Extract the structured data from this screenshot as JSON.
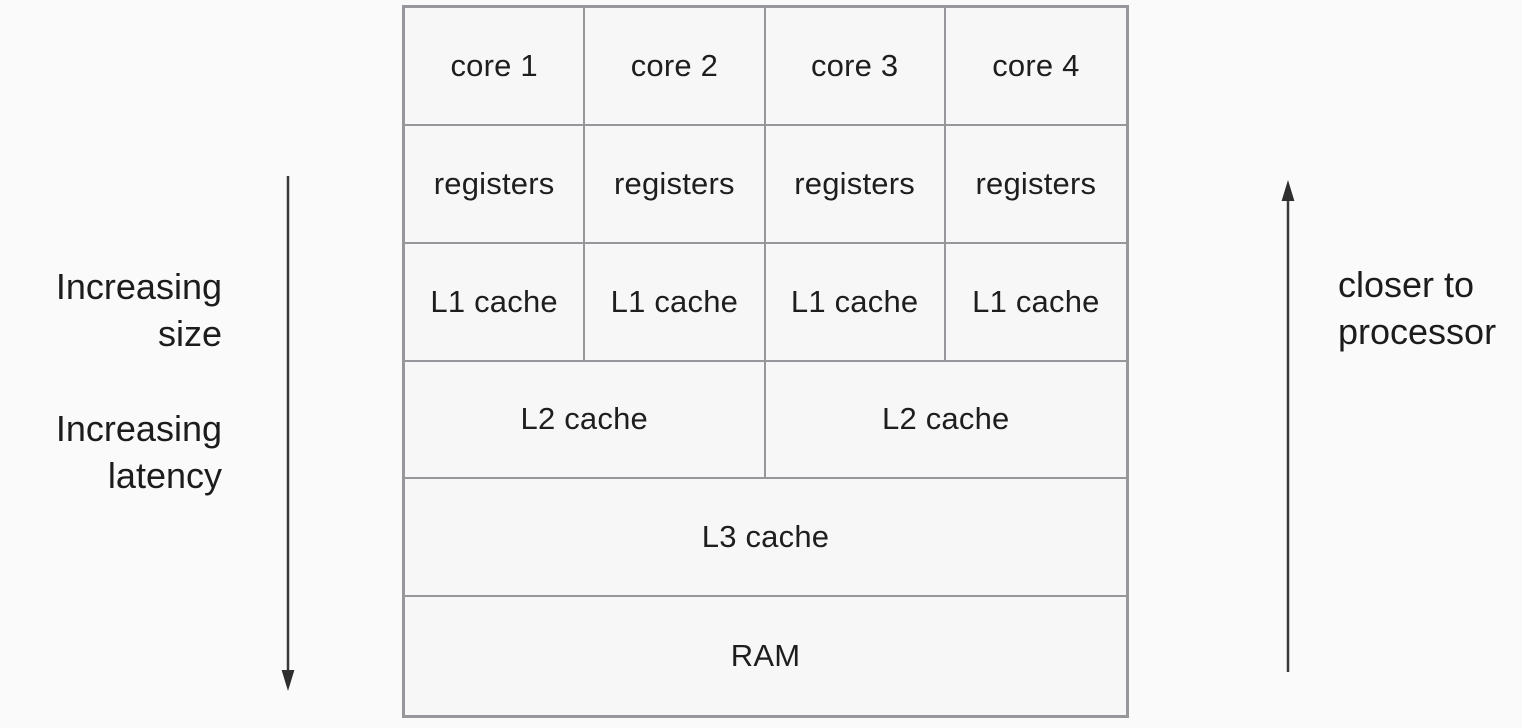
{
  "colors": {
    "background": "#fafafa",
    "cell_fill": "#f7f7f8",
    "border": "#97979b",
    "text": "#1e1e1e",
    "arrow": "#3a3a3a"
  },
  "hierarchy_table": {
    "rows": [
      {
        "level": "cores",
        "cells": [
          "core 1",
          "core 2",
          "core 3",
          "core 4"
        ]
      },
      {
        "level": "registers",
        "cells": [
          "registers",
          "registers",
          "registers",
          "registers"
        ]
      },
      {
        "level": "l1-cache",
        "cells": [
          "L1 cache",
          "L1 cache",
          "L1 cache",
          "L1 cache"
        ]
      },
      {
        "level": "l2-cache",
        "cells": [
          "L2 cache",
          "L2 cache"
        ]
      },
      {
        "level": "l3-cache",
        "cells": [
          "L3 cache"
        ]
      },
      {
        "level": "ram",
        "cells": [
          "RAM"
        ]
      }
    ]
  },
  "annotations": {
    "left_top": "Increasing\nsize",
    "left_bottom": "Increasing\nlatency",
    "right": "closer to\nprocessor"
  }
}
